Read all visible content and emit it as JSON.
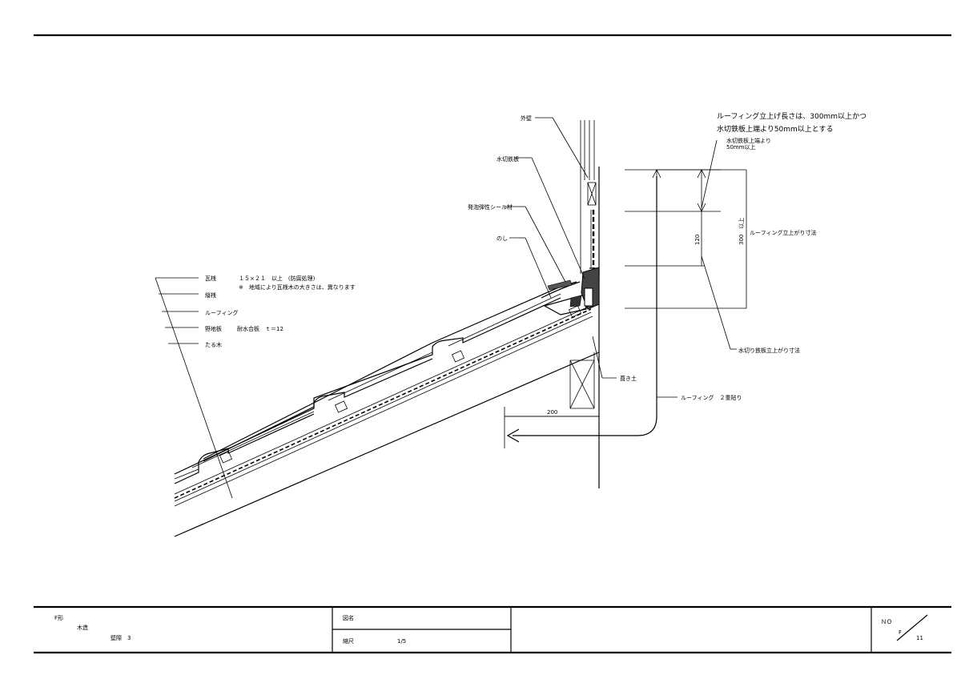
{
  "notes": {
    "roofing_rise_line1": "ルーフィング立上げ長さは、300mm以上かつ",
    "roofing_rise_line2": "水切鉄板上端より50mm以上とする"
  },
  "labels": {
    "exterior_wall": "外壁",
    "flashing": "水切鉄板",
    "foam_seal": "発泡弾性シール材",
    "noshi": "のし",
    "tile_batten": "瓦桟",
    "tile_batten_spec": "１５×２１　以上　(防腐処理)",
    "tile_batten_note": "※　地域により瓦桟木の大きさは、異なります",
    "vertical_batten": "縦桟",
    "roofing": "ルーフィング",
    "sheathing": "野地板",
    "sheathing_spec": "耐水合板　ｔ＝12",
    "rafter": "たる木",
    "above_flashing_top_1": "水切鉄板上端より",
    "above_flashing_top_2": "50mm以上",
    "roofing_rise_dim": "ルーフィング立上がり寸法",
    "flashing_rise_dim": "水切り鉄板立上がり寸法",
    "fill_soil": "葺き土",
    "roofing_double": "ルーフィング　２重貼り"
  },
  "dimensions": {
    "d120": "120",
    "d300": "300　以上",
    "d200": "200"
  },
  "title_block": {
    "type_label": "F形",
    "structure": "木造",
    "wall_joint": "壁際　3",
    "drawing_name_label": "図名",
    "scale_label": "縮尺",
    "scale_value": "1/5",
    "no_label": "ＮＯ",
    "sheet_prefix": "F",
    "sheet_number": "11"
  }
}
